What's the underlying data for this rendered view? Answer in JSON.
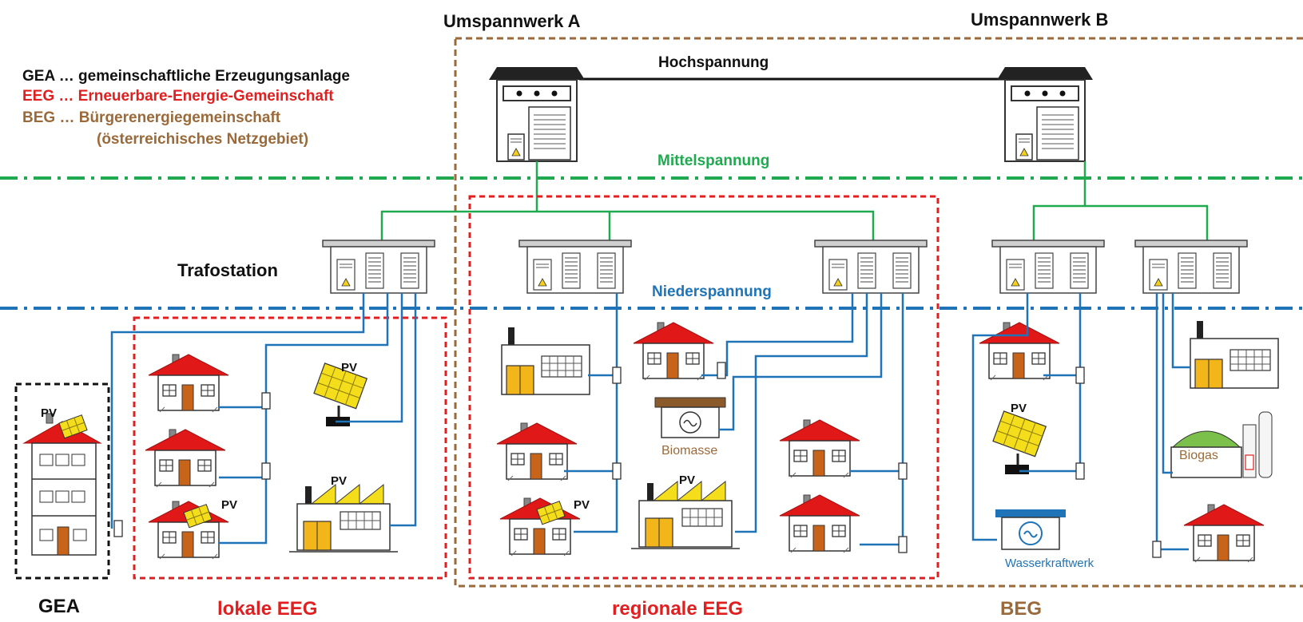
{
  "header": {
    "substation_a": "Umspannwerk A",
    "substation_b": "Umspannwerk B",
    "hv_line": "Hochspannung"
  },
  "legend": {
    "gea": "GEA … gemeinschaftliche Erzeugungsanlage",
    "eeg": "EEG … Erneuerbare-Energie-Gemeinschaft",
    "beg": "BEG … Bürgerenergiegemeinschaft",
    "beg_note": "(österreichisches Netzgebiet)"
  },
  "levels": {
    "medium_voltage": "Mittelspannung",
    "low_voltage": "Niederspannung",
    "transformer": "Trafostation"
  },
  "labels": {
    "pv": "PV",
    "biomass": "Biomasse",
    "biogas": "Biogas",
    "hydro": "Wasserkraftwerk"
  },
  "groups": {
    "gea": "GEA",
    "local_eeg": "lokale EEG",
    "regional_eeg": "regionale EEG",
    "beg": "BEG"
  },
  "colors": {
    "hv": "#111111",
    "mv": "#1faa4f",
    "lv": "#1f74b8",
    "eeg": "#e02020",
    "beg": "#9a6a3a",
    "roof": "#e01818",
    "door": "#c8641a",
    "pv_panel": "#f4dd1a",
    "factory_door": "#f2b51a",
    "biogas_dome": "#7ac04a"
  }
}
